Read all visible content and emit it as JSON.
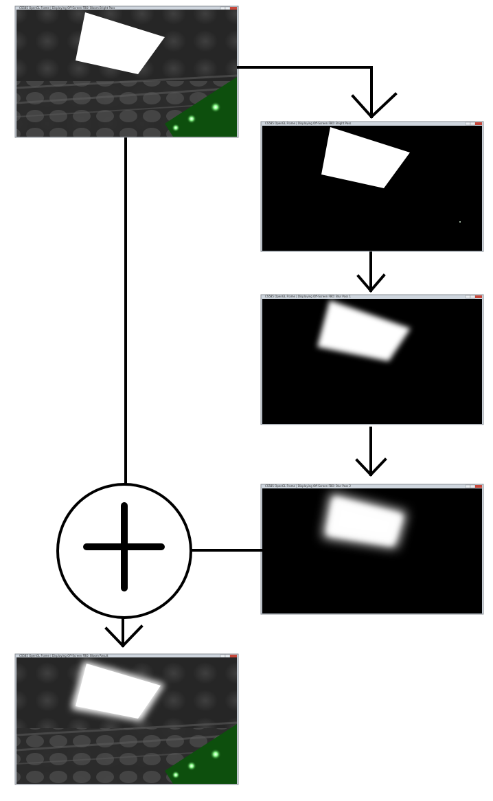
{
  "screens": [
    {
      "id": "scene-original",
      "title": "CS585 OpenGL Frame | Displaying Off-Screen FBO: Bloom Bright Pass"
    },
    {
      "id": "bright-pass",
      "title": "CS585 OpenGL Frame | Displaying Off-Screen FBO: Bright Pass"
    },
    {
      "id": "blur-pass-1",
      "title": "CS585 OpenGL Frame | Displaying Off-Screen FBO: Blur Pass 1"
    },
    {
      "id": "blur-pass-2",
      "title": "CS585 OpenGL Frame | Displaying Off-Screen FBO: Blur Pass 2"
    },
    {
      "id": "combined-result",
      "title": "CS585 OpenGL Frame | Displaying Off-Screen FBO: Bloom Result"
    }
  ],
  "colors": {
    "line": "#000000",
    "scene_gray": "#3a3a3a",
    "floor_green": "#0d4f0d",
    "glow_green": "#6aff6a",
    "window_frame": "#cfd6de"
  },
  "operator_symbol": "plus"
}
